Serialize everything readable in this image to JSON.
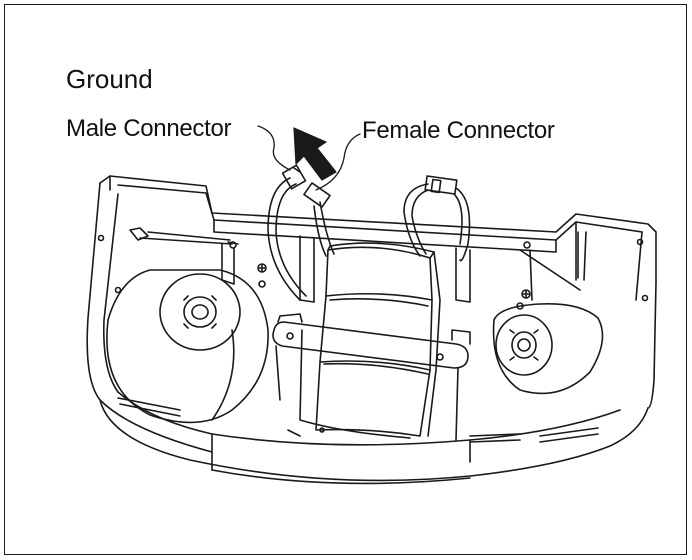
{
  "labels": {
    "ground": "Ground",
    "male_connector": "Male Connector",
    "female_connector": "Female Connector"
  },
  "icons": {
    "arrow": "arrow-up-left-icon"
  },
  "colors": {
    "line": "#1a1a1a",
    "background": "#ffffff"
  }
}
